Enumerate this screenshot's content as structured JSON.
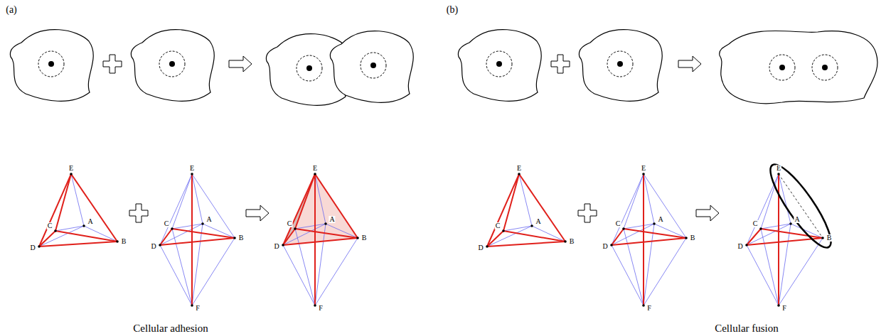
{
  "diagram": {
    "labels": [
      "(a)",
      "(b)",
      "E",
      "C",
      "A",
      "D",
      "B",
      "E",
      "C",
      "A",
      "D",
      "B",
      "F",
      "E",
      "C",
      "A",
      "D",
      "B",
      "F",
      "E",
      "C",
      "A",
      "D",
      "B",
      "E",
      "C",
      "A",
      "D",
      "B",
      "F",
      "E",
      "C",
      "A",
      "D",
      "B",
      "F",
      "Cellular adhesion",
      "Cellular fusion"
    ]
  }
}
